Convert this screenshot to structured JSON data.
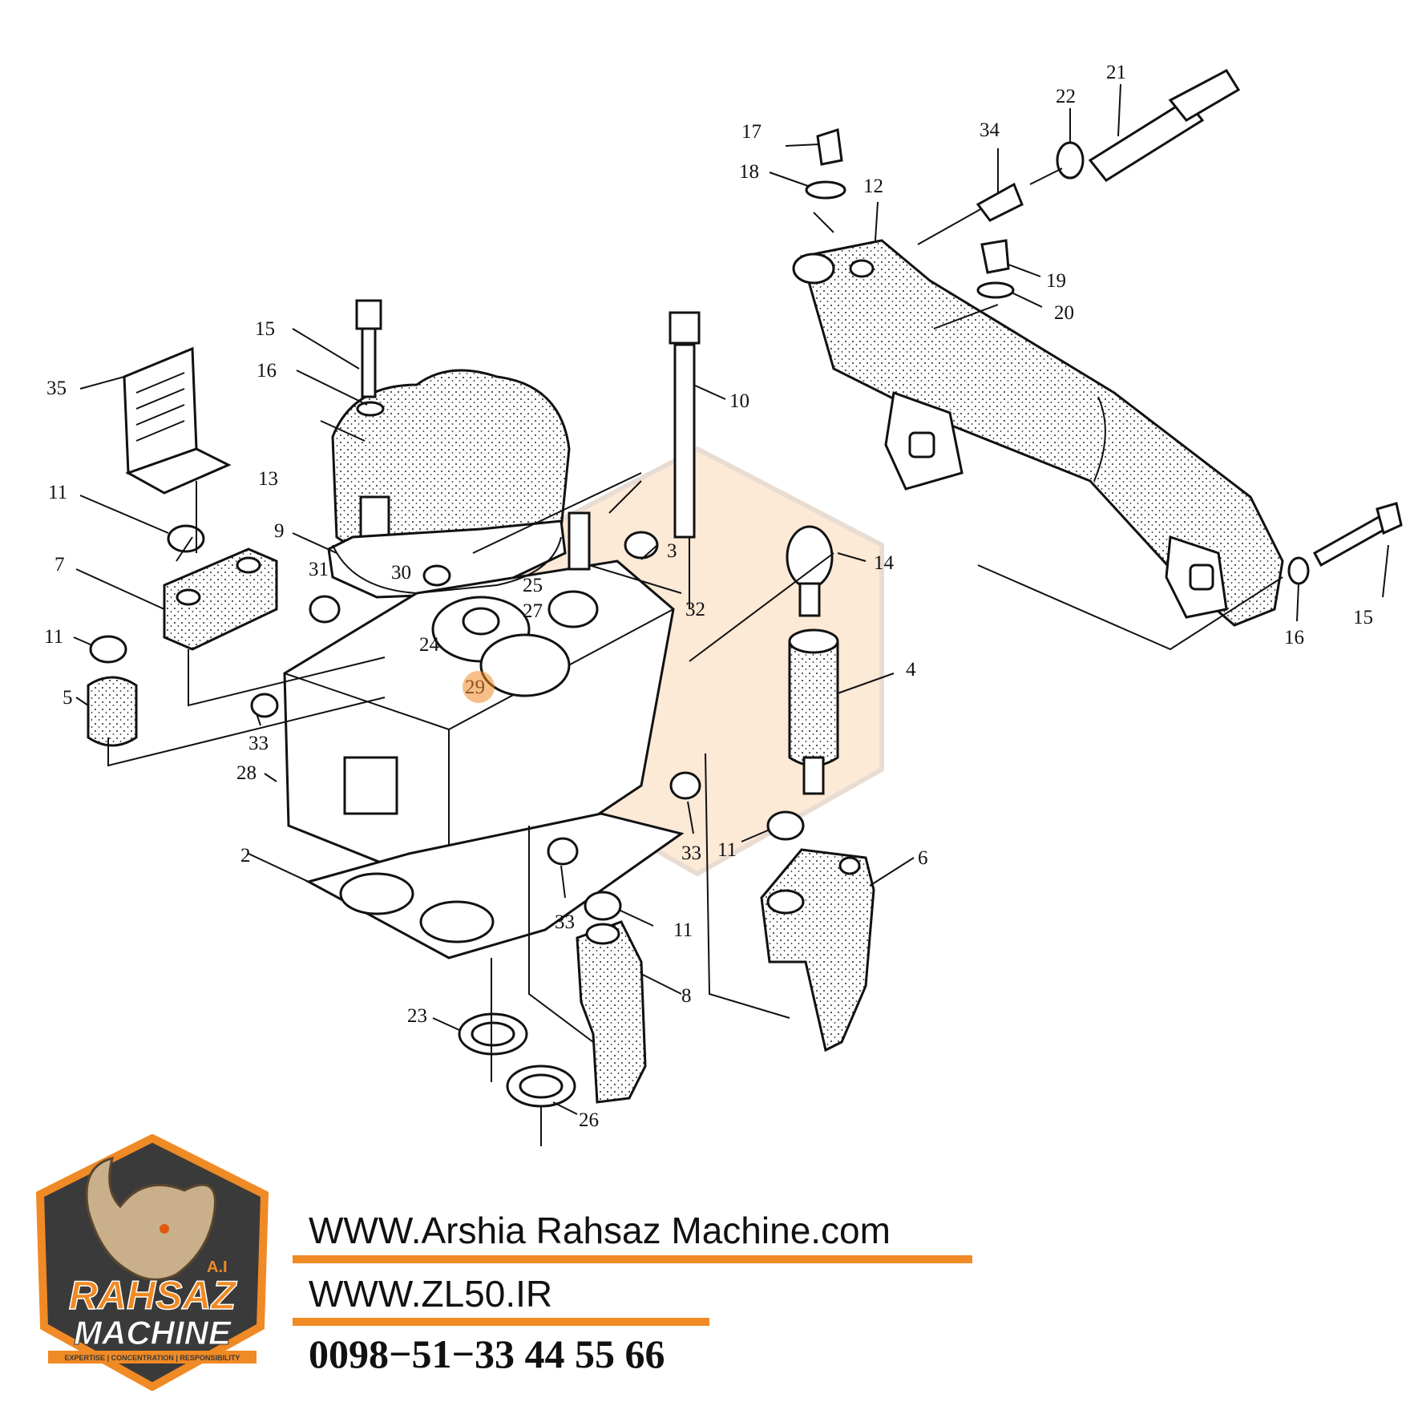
{
  "diagram": {
    "part_numbers": [
      "2",
      "3",
      "4",
      "5",
      "6",
      "7",
      "8",
      "9",
      "10",
      "11",
      "12",
      "13",
      "14",
      "15",
      "16",
      "17",
      "18",
      "19",
      "20",
      "21",
      "22",
      "23",
      "24",
      "25",
      "26",
      "27",
      "28",
      "29",
      "30",
      "31",
      "32",
      "33",
      "34",
      "35"
    ],
    "labels": {
      "l2": "2",
      "l3": "3",
      "l4": "4",
      "l5": "5",
      "l6": "6",
      "l7": "7",
      "l8": "8",
      "l9": "9",
      "l10": "10",
      "l11a": "11",
      "l11b": "11",
      "l11c": "11",
      "l11d": "11",
      "l12": "12",
      "l13": "13",
      "l14": "14",
      "l15a": "15",
      "l15b": "15",
      "l16a": "16",
      "l16b": "16",
      "l17": "17",
      "l18": "18",
      "l19": "19",
      "l20": "20",
      "l21": "21",
      "l22": "22",
      "l23": "23",
      "l24": "24",
      "l25": "25",
      "l26": "26",
      "l27": "27",
      "l28": "28",
      "l29": "29",
      "l30": "30",
      "l31": "31",
      "l32": "32",
      "l33a": "33",
      "l33b": "33",
      "l33c": "33",
      "l34": "34",
      "l35": "35"
    }
  },
  "footer": {
    "website": "WWW.Arshia Rahsaz Machine.com",
    "website2": "WWW.ZL50.IR",
    "phone": "0098−51−33 44 55 66"
  },
  "logo": {
    "name": "RAHSAZ",
    "name2": "MACHINE",
    "initials": "A.I",
    "tagline": "EXPERTISE | CONCENTRATION | RESPONSIBILITY"
  },
  "colors": {
    "accent": "#f08a24",
    "logo_dark": "#3a3a3a",
    "ink": "#111111"
  }
}
